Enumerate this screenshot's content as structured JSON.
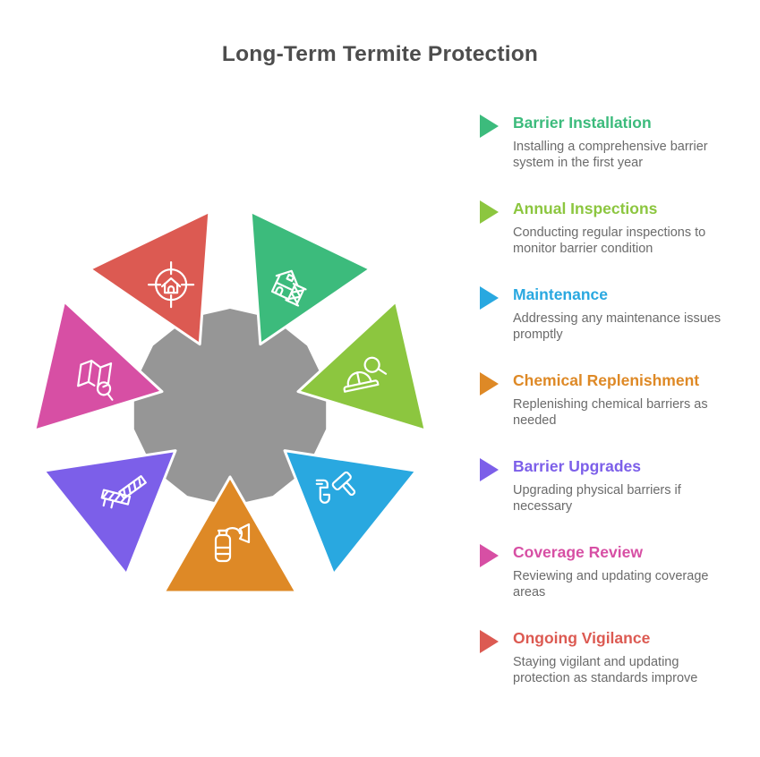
{
  "page": {
    "title": "Long-Term Termite Protection"
  },
  "colors": {
    "background": "#FFFFFF",
    "title_text": "#4D4D4D",
    "description_text": "#6B6B6B",
    "center_polygon": "#969696",
    "icon_stroke": "#FFFFFF"
  },
  "items": [
    {
      "title": "Barrier Installation",
      "description": "Installing a comprehensive barrier system in the first year",
      "color": "#3CBB7C",
      "icon": "house-scaffolding-icon"
    },
    {
      "title": "Annual Inspections",
      "description": "Conducting regular inspections to monitor barrier condition",
      "color": "#8CC63F",
      "icon": "helmet-magnifier-icon"
    },
    {
      "title": "Maintenance",
      "description": "Addressing any maintenance issues promptly",
      "color": "#29A8E0",
      "icon": "repair-tools-icon"
    },
    {
      "title": "Chemical Replenishment",
      "description": "Replenishing chemical barriers as needed",
      "color": "#DE8926",
      "icon": "spray-canister-icon"
    },
    {
      "title": "Barrier Upgrades",
      "description": "Upgrading physical barriers if necessary",
      "color": "#7C5FE9",
      "icon": "barrier-planks-icon"
    },
    {
      "title": "Coverage Review",
      "description": "Reviewing and updating coverage areas",
      "color": "#D74FA4",
      "icon": "map-magnifier-icon"
    },
    {
      "title": "Ongoing Vigilance",
      "description": "Staying vigilant and updating protection as standards improve",
      "color": "#DC5A52",
      "icon": "home-target-icon"
    }
  ]
}
